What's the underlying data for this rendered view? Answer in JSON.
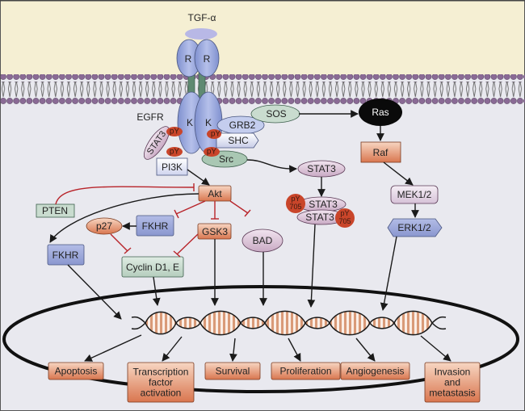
{
  "title": "EGFR / TGF-alpha signaling pathway",
  "colors": {
    "extracellular": "#f5efd3",
    "cytoplasm": "#e8e8ee",
    "lipid_head": "#8a6a95",
    "receptor_blue": "#8fa0d8",
    "ligand": "#b8b8e6",
    "transmembrane": "#5f8a72",
    "py_red": "#c9452a",
    "orange_box": "#e8a582",
    "green_box": "#c9dccf",
    "blue_box": "#9aa6d6",
    "pink_oval": "#d9c4d6",
    "inhibit_red": "#b8242a",
    "arrow": "#1a1a1a",
    "dna_stripe": "#d89a78"
  },
  "ligand": {
    "label": "TGF-α"
  },
  "receptor": {
    "name": "EGFR",
    "extracellular_domain": [
      "R",
      "R"
    ],
    "kinase_domain": [
      "K",
      "K"
    ],
    "phospho_label": "pY"
  },
  "nodes": {
    "stat3_bound": "STAT3",
    "grb2": "GRB2",
    "sos": "SOS",
    "shc": "SHC",
    "src": "Src",
    "pi3k": "PI3K",
    "ras": "Ras",
    "raf": "Raf",
    "mek": "MEK1/2",
    "erk": "ERK1/2",
    "stat3_free": "STAT3",
    "stat3_dimer_top": "STAT3",
    "stat3_dimer_bottom": "STAT3",
    "py705_line1": "pY",
    "py705_line2": "705",
    "akt": "Akt",
    "pten": "PTEN",
    "fkhr_inner": "FKHR",
    "fkhr_outer": "FKHR",
    "p27": "p27",
    "gsk3": "GSK3",
    "bad": "BAD",
    "cyclin": "Cyclin D1, E"
  },
  "outcomes": [
    {
      "id": "apoptosis",
      "lines": [
        "Apoptosis"
      ]
    },
    {
      "id": "transcription",
      "lines": [
        "Transcription",
        "factor",
        "activation"
      ]
    },
    {
      "id": "survival",
      "lines": [
        "Survival"
      ]
    },
    {
      "id": "proliferation",
      "lines": [
        "Proliferation"
      ]
    },
    {
      "id": "angiogenesis",
      "lines": [
        "Angiogenesis"
      ]
    },
    {
      "id": "invasion",
      "lines": [
        "Invasion",
        "and",
        "metastasis"
      ]
    }
  ]
}
